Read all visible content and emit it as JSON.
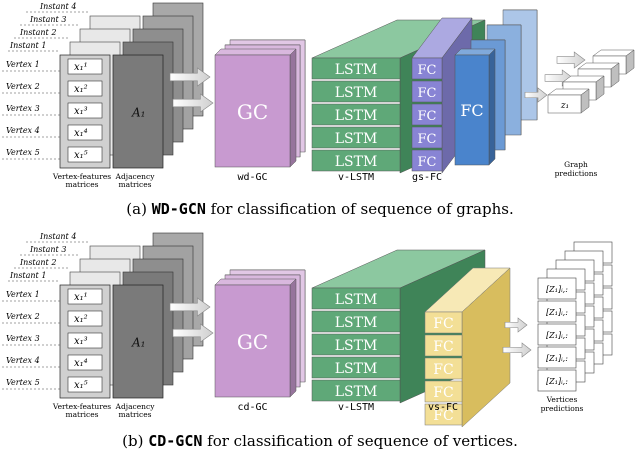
{
  "captions": {
    "a": {
      "prefix": "(a) ",
      "model": "WD-GCN",
      "rest": " for classification of sequence of graphs."
    },
    "b": {
      "prefix": "(b) ",
      "model": "CD-GCN",
      "rest": " for classification of sequence of vertices."
    }
  },
  "panel_a": {
    "instants": [
      "Instant 4",
      "Instant 3",
      "Instant 2",
      "Instant 1"
    ],
    "vertices": [
      "Vertex 1",
      "Vertex 2",
      "Vertex 3",
      "Vertex 4",
      "Vertex 5"
    ],
    "features": [
      "x₁¹",
      "x₁²",
      "x₁³",
      "x₁⁴",
      "x₁⁵"
    ],
    "adjacency_label": "A₁",
    "vf_caption": [
      "Vertex-features",
      "matrices"
    ],
    "adj_caption": [
      "Adjacency",
      "matrices"
    ],
    "gc_label": "GC",
    "gc_caption": "wd-GC",
    "lstm_label": "LSTM",
    "lstm_caption": "v-LSTM",
    "fc_label": "FC",
    "fc1_caption": "gs-FC",
    "out_label": "z₁",
    "out_caption": [
      "Graph",
      "predictions"
    ]
  },
  "panel_b": {
    "instants": [
      "Instant 4",
      "Instant 3",
      "Instant 2",
      "Instant 1"
    ],
    "vertices": [
      "Vertex 1",
      "Vertex 2",
      "Vertex 3",
      "Vertex 4",
      "Vertex 5"
    ],
    "features": [
      "x₁¹",
      "x₁²",
      "x₁³",
      "x₁⁴",
      "x₁⁵"
    ],
    "adjacency_label": "A₁",
    "vf_caption": [
      "Vertex-features",
      "matrices"
    ],
    "adj_caption": [
      "Adjacency",
      "matrices"
    ],
    "gc_label": "GC",
    "gc_caption": "cd-GC",
    "lstm_label": "LSTM",
    "lstm_caption": "v-LSTM",
    "fc_label": "FC",
    "fc_caption": "vs-FC",
    "out_label": "[Z₁]ᵢ,:",
    "out_caption": [
      "Vertices",
      "predictions"
    ]
  },
  "colors": {
    "gc": "#c89ad0",
    "gc_side": "#a874b2",
    "gc_top": "#dcc0e2",
    "lstm": "#5fa878",
    "lstm_side": "#3f8458",
    "lstm_top": "#8cc8a0",
    "fc_purple": "#8884d4",
    "fc_blue": "#4a84cc",
    "fc_yellow": "#f3df96",
    "fc_yellow_side": "#d8bd5e",
    "vf_fill": "#d0d0d0",
    "adj_fill": "#7a7a7a"
  }
}
